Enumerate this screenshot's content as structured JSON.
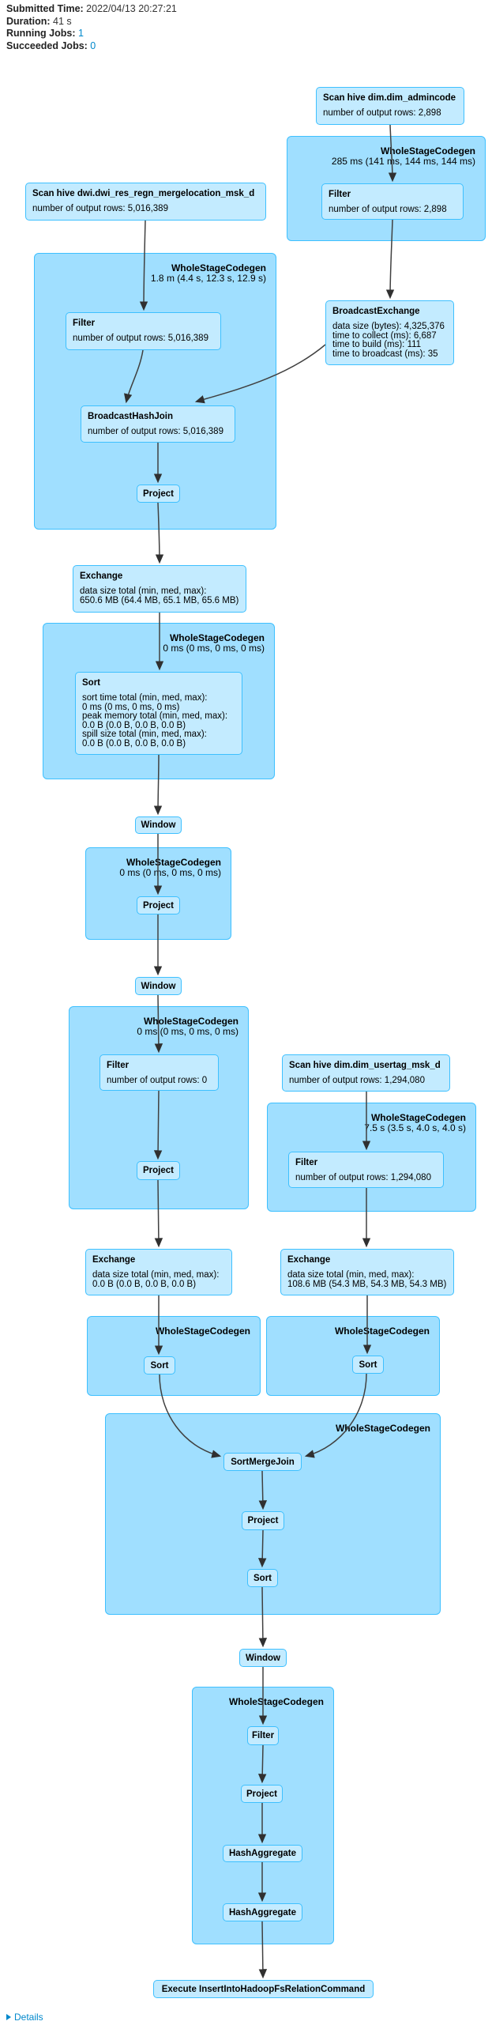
{
  "header": {
    "submitted_label": "Submitted Time:",
    "submitted_value": " 2022/04/13 20:27:21",
    "duration_label": "Duration:",
    "duration_value": " 41 s",
    "running_label": "Running Jobs:",
    "running_value": " 1",
    "succeeded_label": "Succeeded Jobs:",
    "succeeded_value": " 0"
  },
  "colors": {
    "cluster_fill": "#A0DFFF",
    "cluster_stroke": "#3EC0FF",
    "node_fill": "#C3EBFF",
    "node_stroke": "#3EC0FF",
    "edge": "#404040",
    "link": "#0088cc"
  },
  "clusters": {
    "wsc_admincode": {
      "label": "WholeStageCodegen",
      "time": "285 ms (141 ms, 144 ms, 144 ms)"
    },
    "wsc_join": {
      "label": "WholeStageCodegen",
      "time": "1.8 m (4.4 s, 12.3 s, 12.9 s)"
    },
    "wsc_sort1": {
      "label": "WholeStageCodegen",
      "time": "0 ms (0 ms, 0 ms, 0 ms)"
    },
    "wsc_project": {
      "label": "WholeStageCodegen",
      "time": "0 ms (0 ms, 0 ms, 0 ms)"
    },
    "wsc_filter0": {
      "label": "WholeStageCodegen",
      "time": "0 ms (0 ms, 0 ms, 0 ms)"
    },
    "wsc_usertag": {
      "label": "WholeStageCodegen",
      "time": "7.5 s (3.5 s, 4.0 s, 4.0 s)"
    },
    "wsc_sort_left": {
      "label": "WholeStageCodegen"
    },
    "wsc_sort_right": {
      "label": "WholeStageCodegen"
    },
    "wsc_smj": {
      "label": "WholeStageCodegen"
    },
    "wsc_final": {
      "label": "WholeStageCodegen"
    }
  },
  "nodes": {
    "scan_admincode": {
      "title": "Scan hive dim.dim_admincode",
      "lines": [
        "number of output rows: 2,898"
      ]
    },
    "filter_admin": {
      "title": "Filter",
      "lines": [
        "number of output rows: 2,898"
      ]
    },
    "scan_merge": {
      "title": "Scan hive dwi.dwi_res_regn_mergelocation_msk_d",
      "lines": [
        "number of output rows: 5,016,389"
      ]
    },
    "filter_merge": {
      "title": "Filter",
      "lines": [
        "number of output rows: 5,016,389"
      ]
    },
    "bexch": {
      "title": "BroadcastExchange",
      "lines": [
        "data size (bytes): 4,325,376",
        "time to collect (ms): 6,687",
        "time to build (ms): 111",
        "time to broadcast (ms): 35"
      ]
    },
    "bhj": {
      "title": "BroadcastHashJoin",
      "lines": [
        "number of output rows: 5,016,389"
      ]
    },
    "project1": {
      "title": "Project"
    },
    "exch1": {
      "title": "Exchange",
      "lines": [
        "data size total (min, med, max):",
        "650.6 MB (64.4 MB, 65.1 MB, 65.6 MB)"
      ]
    },
    "sort1": {
      "title": "Sort",
      "lines": [
        "sort time total (min, med, max):",
        "0 ms (0 ms, 0 ms, 0 ms)",
        "peak memory total (min, med, max):",
        "0.0 B (0.0 B, 0.0 B, 0.0 B)",
        "spill size total (min, med, max):",
        "0.0 B (0.0 B, 0.0 B, 0.0 B)"
      ]
    },
    "window1": {
      "title": "Window"
    },
    "project2": {
      "title": "Project"
    },
    "window2": {
      "title": "Window"
    },
    "filter0": {
      "title": "Filter",
      "lines": [
        "number of output rows: 0"
      ]
    },
    "project3": {
      "title": "Project"
    },
    "scan_usertag": {
      "title": "Scan hive dim.dim_usertag_msk_d",
      "lines": [
        "number of output rows: 1,294,080"
      ]
    },
    "filter_usertag": {
      "title": "Filter",
      "lines": [
        "number of output rows: 1,294,080"
      ]
    },
    "exch2": {
      "title": "Exchange",
      "lines": [
        "data size total (min, med, max):",
        "0.0 B (0.0 B, 0.0 B, 0.0 B)"
      ]
    },
    "exch3": {
      "title": "Exchange",
      "lines": [
        "data size total (min, med, max):",
        "108.6 MB (54.3 MB, 54.3 MB, 54.3 MB)"
      ]
    },
    "sort2": {
      "title": "Sort"
    },
    "sort3": {
      "title": "Sort"
    },
    "smj": {
      "title": "SortMergeJoin"
    },
    "project4": {
      "title": "Project"
    },
    "sort4": {
      "title": "Sort"
    },
    "window3": {
      "title": "Window"
    },
    "filter4": {
      "title": "Filter"
    },
    "project5": {
      "title": "Project"
    },
    "hashagg1": {
      "title": "HashAggregate"
    },
    "hashagg2": {
      "title": "HashAggregate"
    },
    "execute": {
      "title": "Execute InsertIntoHadoopFsRelationCommand"
    }
  },
  "edges": [
    {
      "from": "scan_admincode",
      "to": "filter_admin"
    },
    {
      "from": "filter_admin",
      "to": "bexch"
    },
    {
      "from": "scan_merge",
      "to": "filter_merge"
    },
    {
      "from": "bexch",
      "to": "bhj"
    },
    {
      "from": "filter_merge",
      "to": "bhj"
    },
    {
      "from": "bhj",
      "to": "project1"
    },
    {
      "from": "project1",
      "to": "exch1"
    },
    {
      "from": "exch1",
      "to": "sort1"
    },
    {
      "from": "sort1",
      "to": "window1"
    },
    {
      "from": "window1",
      "to": "project2"
    },
    {
      "from": "project2",
      "to": "window2"
    },
    {
      "from": "window2",
      "to": "filter0"
    },
    {
      "from": "filter0",
      "to": "project3"
    },
    {
      "from": "project3",
      "to": "exch2"
    },
    {
      "from": "scan_usertag",
      "to": "filter_usertag"
    },
    {
      "from": "filter_usertag",
      "to": "exch3"
    },
    {
      "from": "exch2",
      "to": "sort2"
    },
    {
      "from": "exch3",
      "to": "sort3"
    },
    {
      "from": "sort2",
      "to": "smj"
    },
    {
      "from": "sort3",
      "to": "smj"
    },
    {
      "from": "smj",
      "to": "project4"
    },
    {
      "from": "project4",
      "to": "sort4"
    },
    {
      "from": "sort4",
      "to": "window3"
    },
    {
      "from": "window3",
      "to": "filter4"
    },
    {
      "from": "filter4",
      "to": "project5"
    },
    {
      "from": "project5",
      "to": "hashagg1"
    },
    {
      "from": "hashagg1",
      "to": "hashagg2"
    },
    {
      "from": "hashagg2",
      "to": "execute"
    }
  ],
  "footer": {
    "details_label": "Details"
  }
}
